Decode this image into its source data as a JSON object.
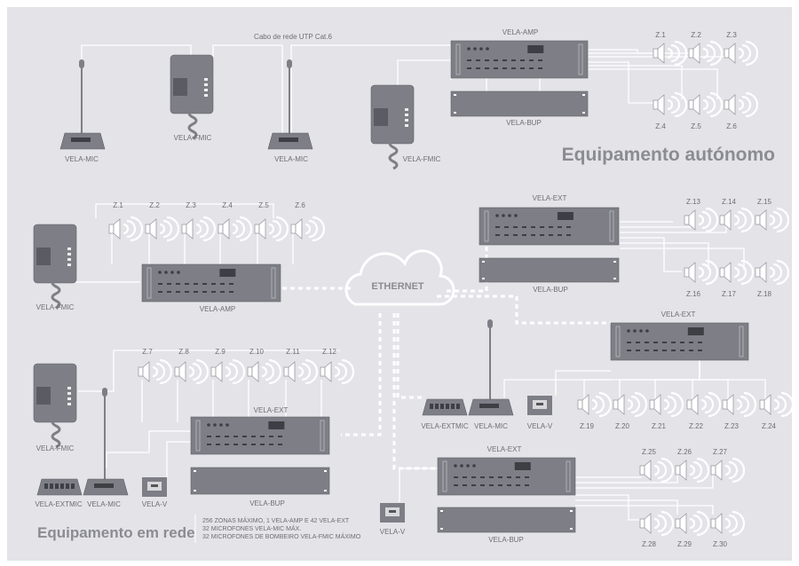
{
  "colors": {
    "background": "#e4e3e8",
    "device": "#7e7f86",
    "line": "#ffffff",
    "text": "#6d6e75",
    "title": "#8b8c93"
  },
  "standalone": {
    "title": "Equipamento autónomo",
    "cable_label": "Cabo de rede UTP Cat.6",
    "devices": [
      "VELA-MIC",
      "VELA-FMIC",
      "VELA-MIC",
      "VELA-FMIC",
      "VELA-AMP",
      "VELA-BUP"
    ],
    "zones": [
      "Z.1",
      "Z.2",
      "Z.3",
      "Z.4",
      "Z.5",
      "Z.6"
    ]
  },
  "network": {
    "title": "Equipamento em rede",
    "cloud_label": "ETHERNET",
    "notes": [
      "256 ZONAS MÁXIMO, 1 VELA-AMP E 42 VELA-EXT",
      "32 MICROFONES VELA-MIC MÁX.",
      "32 MICROFONES DE BOMBEIRO VELA-FMIC MÁXIMO"
    ],
    "amp_group": {
      "devices": [
        "VELA-FMIC",
        "VELA-AMP"
      ],
      "zones": [
        "Z.1",
        "Z.2",
        "Z.3",
        "Z.4",
        "Z.5",
        "Z.6"
      ]
    },
    "ext_group_a": {
      "devices": [
        "VELA-FMIC",
        "VELA-EXTMIC",
        "VELA-MIC",
        "VELA-V",
        "VELA-EXT",
        "VELA-BUP"
      ],
      "zones": [
        "Z.7",
        "Z.8",
        "Z.9",
        "Z.10",
        "Z.11",
        "Z.12"
      ]
    },
    "ext_group_b": {
      "devices": [
        "VELA-EXT",
        "VELA-BUP"
      ],
      "zones": [
        "Z.13",
        "Z.14",
        "Z.15",
        "Z.16",
        "Z.17",
        "Z.18"
      ]
    },
    "ext_group_c": {
      "devices": [
        "VELA-EXTMIC",
        "VELA-MIC",
        "VELA-V",
        "VELA-EXT"
      ],
      "zones": [
        "Z.19",
        "Z.20",
        "Z.21",
        "Z.22",
        "Z.23",
        "Z.24"
      ]
    },
    "ext_group_d": {
      "devices": [
        "VELA-V",
        "VELA-EXT",
        "VELA-BUP"
      ],
      "zones": [
        "Z.25",
        "Z.26",
        "Z.27",
        "Z.28",
        "Z.29",
        "Z.30"
      ]
    }
  }
}
